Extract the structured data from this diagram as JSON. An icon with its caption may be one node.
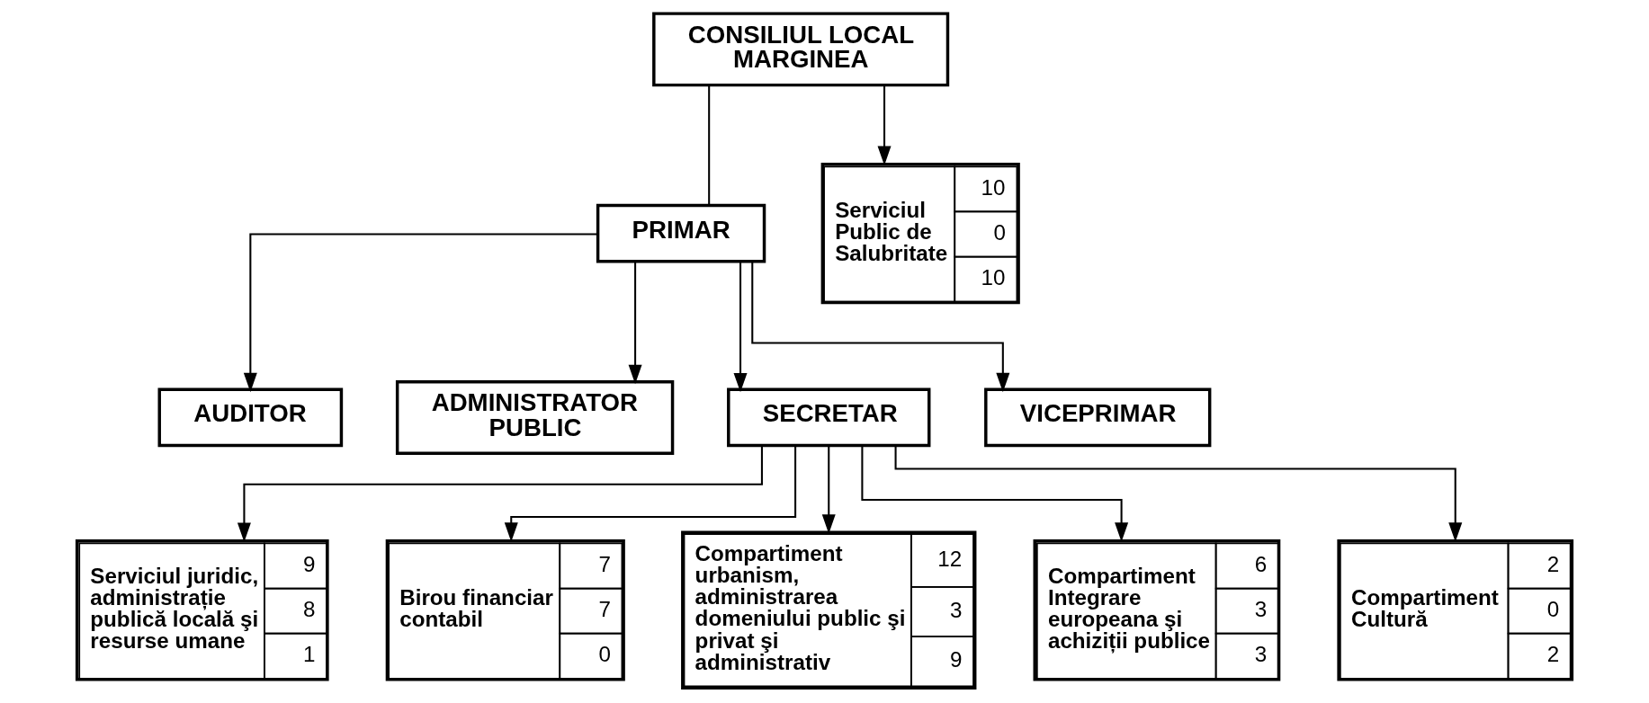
{
  "diagram": {
    "nodes": [
      {
        "text": [
          "CONSILIUL LOCAL MARGINEA"
        ]
      },
      {
        "text": [
          "PRIMAR"
        ]
      },
      {
        "text": [
          "AUDITOR"
        ]
      },
      {
        "text": [
          "Serviciul Public de Salubritate",
          "10",
          "0",
          "10"
        ]
      },
      {
        "text": [
          "ADMINISTRATOR PUBLIC"
        ]
      },
      {
        "text": [
          "SECRETAR"
        ]
      },
      {
        "text": [
          "VICEPRIMAR"
        ]
      },
      {
        "text": [
          "Serviciul juridic, administrație publică locală şi resurse umane",
          "9",
          "8",
          "1"
        ]
      },
      {
        "text": [
          "Birou financiar contabil",
          "7",
          "7",
          "0"
        ]
      },
      {
        "text": [
          "Compartiment urbanism, administrarea domeniului public şi privat şi administrativ",
          "12",
          "3",
          "9"
        ]
      },
      {
        "text": [
          "Compartiment Integrare europeana şi achiziții publice",
          "6",
          "3",
          "3"
        ]
      },
      {
        "text": [
          "Compartiment Cultură",
          "2",
          "0",
          "2"
        ]
      }
    ],
    "edges": [
      {
        "from": 0,
        "to": 1,
        "arrow": "none"
      },
      {
        "from": 0,
        "to": 3,
        "arrow": "to"
      },
      {
        "from": 1,
        "to": 2,
        "arrow": "to"
      },
      {
        "from": 1,
        "to": 4,
        "arrow": "to"
      },
      {
        "from": 1,
        "to": 5,
        "arrow": "to"
      },
      {
        "from": 1,
        "to": 6,
        "arrow": "to"
      },
      {
        "from": 5,
        "to": 7,
        "arrow": "to"
      },
      {
        "from": 5,
        "to": 8,
        "arrow": "to"
      },
      {
        "from": 5,
        "to": 9,
        "arrow": "to"
      },
      {
        "from": 5,
        "to": 10,
        "arrow": "to"
      },
      {
        "from": 5,
        "to": 11,
        "arrow": "to"
      }
    ]
  }
}
